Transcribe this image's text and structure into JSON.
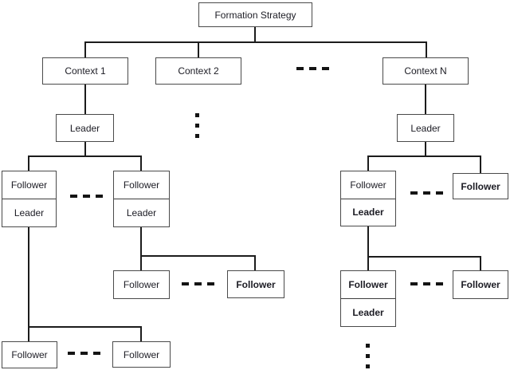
{
  "diagram": {
    "title": "Formation Strategy hierarchy",
    "nodes": {
      "formation": {
        "label": "Formation Strategy"
      },
      "context1": {
        "label": "Context 1"
      },
      "context2": {
        "label": "Context 2"
      },
      "contextN": {
        "label": "Context N"
      },
      "leaderLeft": {
        "label": "Leader"
      },
      "leaderRight": {
        "label": "Leader"
      },
      "stackedL1": {
        "top": "Follower",
        "bottom": "Leader"
      },
      "stackedL2": {
        "top": "Follower",
        "bottom": "Leader"
      },
      "stackedR1": {
        "top": "Follower",
        "bottom": "Leader"
      },
      "followerRightTop": {
        "label": "Follower"
      },
      "followerMidLeft": {
        "label": "Follower"
      },
      "followerMidRight": {
        "label": "Follower"
      },
      "stackedR2": {
        "top": "Follower",
        "bottom": "Leader"
      },
      "followerRightLow": {
        "label": "Follower"
      },
      "followerBottom1": {
        "label": "Follower"
      },
      "followerBottom2": {
        "label": "Follower"
      }
    },
    "ellipses": {
      "horizontal": "- - -",
      "vertical": "⋮"
    },
    "colors": {
      "background": "#ffffff",
      "line": "#1c1c1c",
      "border": "#4a4a4a",
      "text": "#1c1c24"
    }
  }
}
